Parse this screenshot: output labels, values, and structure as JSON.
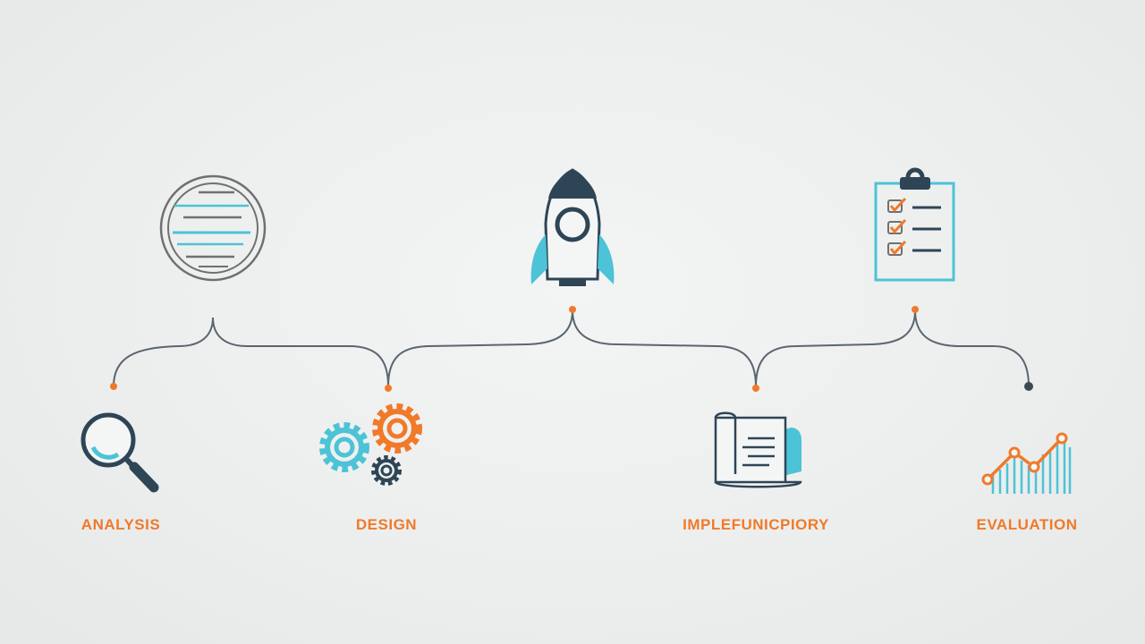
{
  "colors": {
    "accent_orange": "#f07a2a",
    "accent_teal": "#4cc3d6",
    "navy": "#2e4556",
    "line": "#5a6670",
    "background": "#eeefef"
  },
  "stages": [
    {
      "label": "ANALYSIS",
      "icon": "magnifying-glass-icon"
    },
    {
      "label": "DESIGN",
      "icon": "gears-icon"
    },
    {
      "label": "IMPLEFUNICPIORY",
      "icon": "scroll-document-icon"
    },
    {
      "label": "EVALUATION",
      "icon": "line-chart-icon"
    }
  ],
  "upper_icons": [
    {
      "icon": "globe-document-icon"
    },
    {
      "icon": "rocket-icon"
    },
    {
      "icon": "clipboard-checklist-icon"
    }
  ]
}
